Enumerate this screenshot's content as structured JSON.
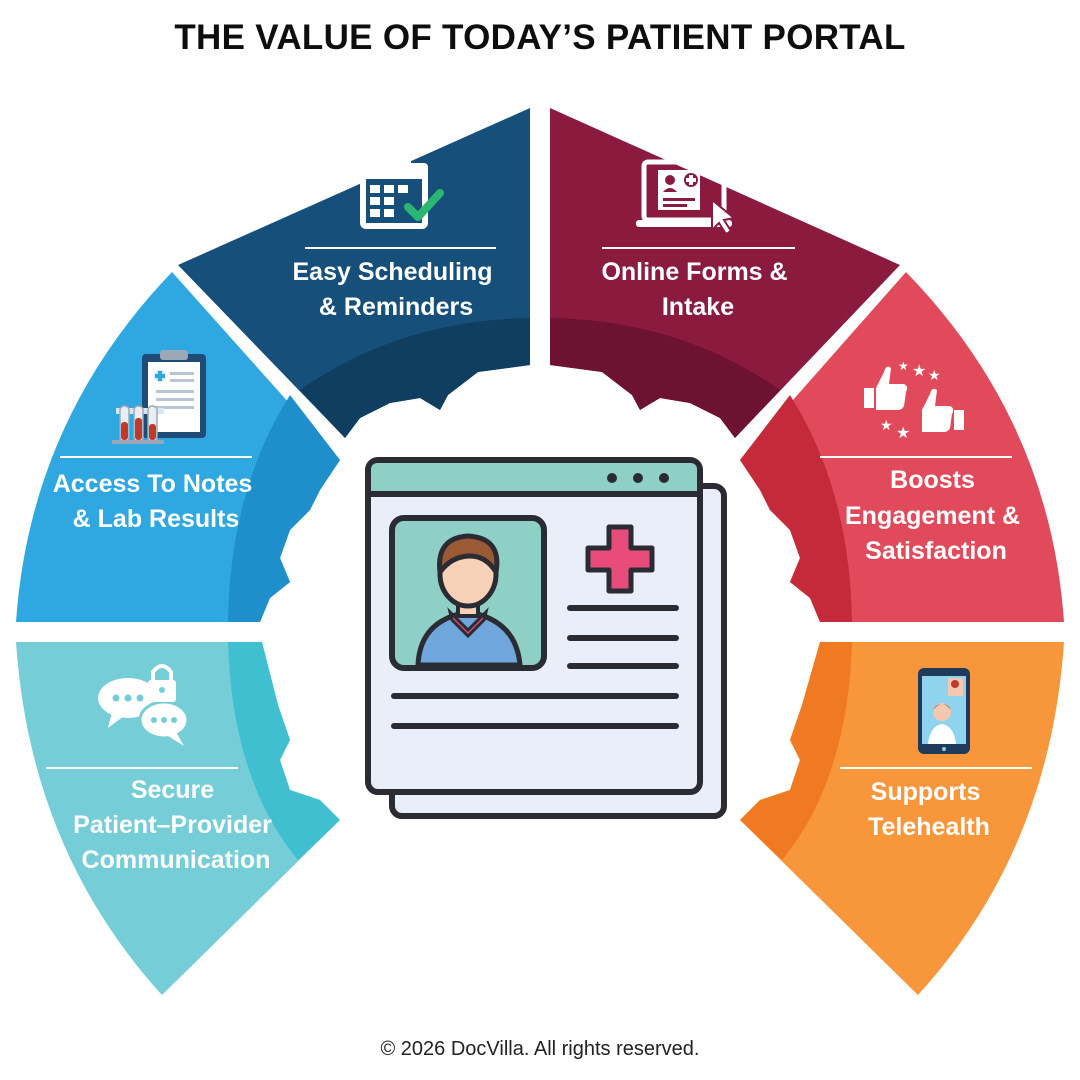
{
  "title": "THE VALUE OF TODAY’S PATIENT PORTAL",
  "segments": [
    {
      "lines": [
        "Easy Scheduling",
        "& Reminders"
      ],
      "color": "#164f79",
      "shadow": "#0f3e60",
      "icon": "calendar-check-icon"
    },
    {
      "lines": [
        "Online Forms &",
        "Intake"
      ],
      "color": "#8b1a3f",
      "shadow": "#6d1230",
      "icon": "laptop-form-icon"
    },
    {
      "lines": [
        "Boosts",
        "Engagement &",
        "Satisfaction"
      ],
      "color": "#e14a5a",
      "shadow": "#c42a3a",
      "icon": "thumbs-up-stars-icon"
    },
    {
      "lines": [
        "Supports",
        "Telehealth"
      ],
      "color": "#f7963b",
      "shadow": "#ef7a22",
      "icon": "smartphone-video-icon"
    },
    {
      "lines": [
        "Secure",
        "Patient–Provider",
        "Communication"
      ],
      "color": "#75cdd8",
      "shadow": "#3fbfd0",
      "icon": "chat-lock-icon"
    },
    {
      "lines": [
        "Access To Notes",
        "& Lab Results"
      ],
      "color": "#2fa7e1",
      "shadow": "#1e8fcb",
      "icon": "clipboard-test-tubes-icon"
    }
  ],
  "center_icon": "patient-profile-window-icon",
  "footer": "© 2026 DocVilla. All rights reserved."
}
